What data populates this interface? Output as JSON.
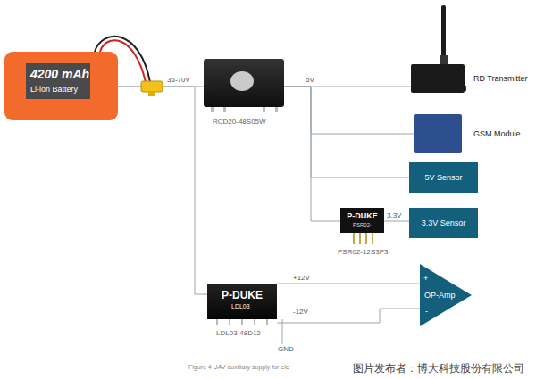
{
  "diagram": {
    "caption": "Figure 4 UAV auxiliary supply for ele",
    "nodes": [
      {
        "text": [
          "4200 mAh",
          "Li-ion Battery"
        ]
      },
      {
        "text": [
          "RCD20-48S05W"
        ]
      },
      {
        "text": [
          "RD Transmitter"
        ]
      },
      {
        "text": [
          "GSM Module"
        ]
      },
      {
        "text": [
          "5V Sensor"
        ]
      },
      {
        "text": [
          "P-DUKE",
          "PSR02-",
          "PSR02-12S3P3"
        ]
      },
      {
        "text": [
          "3.3V Sensor"
        ]
      },
      {
        "text": [
          "P-DUKE",
          "LDL03",
          "LDL03-48D12"
        ]
      },
      {
        "text": [
          "OP-Amp",
          "+",
          "-"
        ]
      }
    ],
    "edges": [
      {
        "from": 0,
        "to": 1,
        "arrow": "none",
        "label": "36-70V"
      },
      {
        "from": 0,
        "to": 7,
        "arrow": "none"
      },
      {
        "from": 1,
        "to": 2,
        "arrow": "none",
        "label": "5V"
      },
      {
        "from": 1,
        "to": 3,
        "arrow": "none"
      },
      {
        "from": 1,
        "to": 4,
        "arrow": "none"
      },
      {
        "from": 1,
        "to": 5,
        "arrow": "none"
      },
      {
        "from": 5,
        "to": 6,
        "arrow": "none",
        "label": "3.3V"
      },
      {
        "from": 7,
        "to": 8,
        "arrow": "none",
        "label": "+12V"
      },
      {
        "from": 7,
        "to": 8,
        "arrow": "none",
        "label": "-12V"
      }
    ],
    "labels": [
      "GND",
      "图片发布者：博大科技股份有限公司"
    ]
  }
}
